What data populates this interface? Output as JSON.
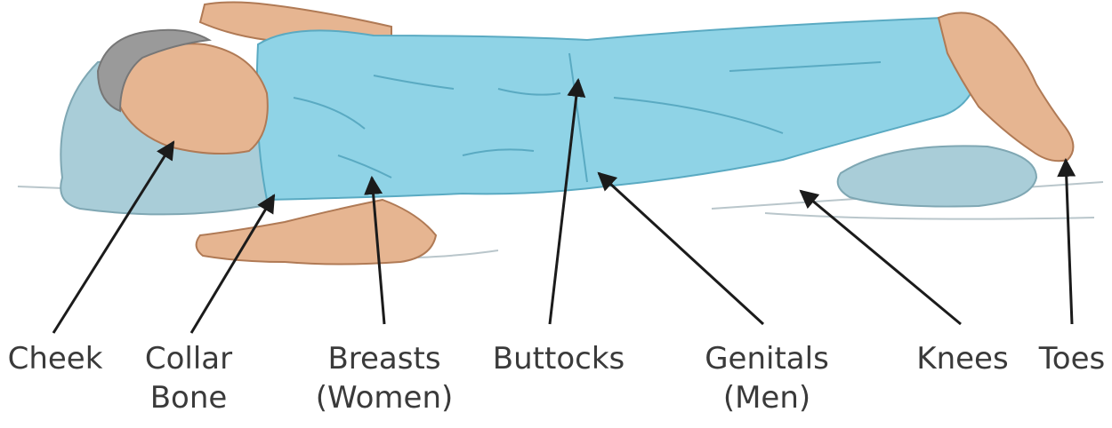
{
  "labels": {
    "cheek": "Cheek",
    "collar_line1": "Collar",
    "collar_line2": "Bone",
    "breasts_line1": "Breasts",
    "breasts_line2": "(Women)",
    "buttocks": "Buttocks",
    "genitals_line1": "Genitals",
    "genitals_line2": "(Men)",
    "knees": "Knees",
    "toes": "Toes"
  },
  "colors": {
    "gown": "#8fd3e6",
    "gown_shadow": "#6fbfd6",
    "skin": "#e6b591",
    "skin_line": "#b07a55",
    "hair": "#9a9a9a",
    "pillow": "#a9cdd8",
    "arrow": "#1b1b1b",
    "text": "#3a3a3a"
  }
}
